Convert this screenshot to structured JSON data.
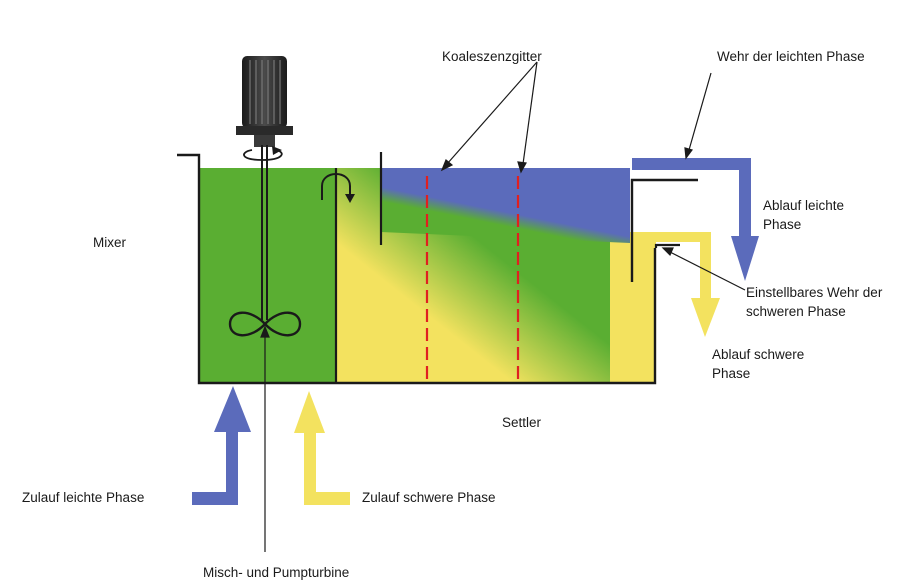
{
  "labels": {
    "mixer": "Mixer",
    "settler": "Settler",
    "coalescence_grid": "Koaleszenzgitter",
    "light_phase_weir": "Wehr der leichten Phase",
    "light_phase_outflow_1": "Ablauf leichte",
    "light_phase_outflow_2": "Phase",
    "adjustable_weir_1": "Einstellbares Wehr der",
    "adjustable_weir_2": "schweren Phase",
    "heavy_phase_outflow_1": "Ablauf schwere",
    "heavy_phase_outflow_2": "Phase",
    "light_phase_inflow": "Zulauf leichte Phase",
    "heavy_phase_inflow": "Zulauf schwere Phase",
    "turbine": "Misch- und Pumpturbine"
  },
  "colors": {
    "light_phase": "#5b6bbb",
    "heavy_phase": "#f3e25f",
    "mixed_phase": "#5aae32",
    "grid_lines": "#e02020",
    "outline": "#1a1a1a",
    "motor": "#2a2a2a"
  }
}
